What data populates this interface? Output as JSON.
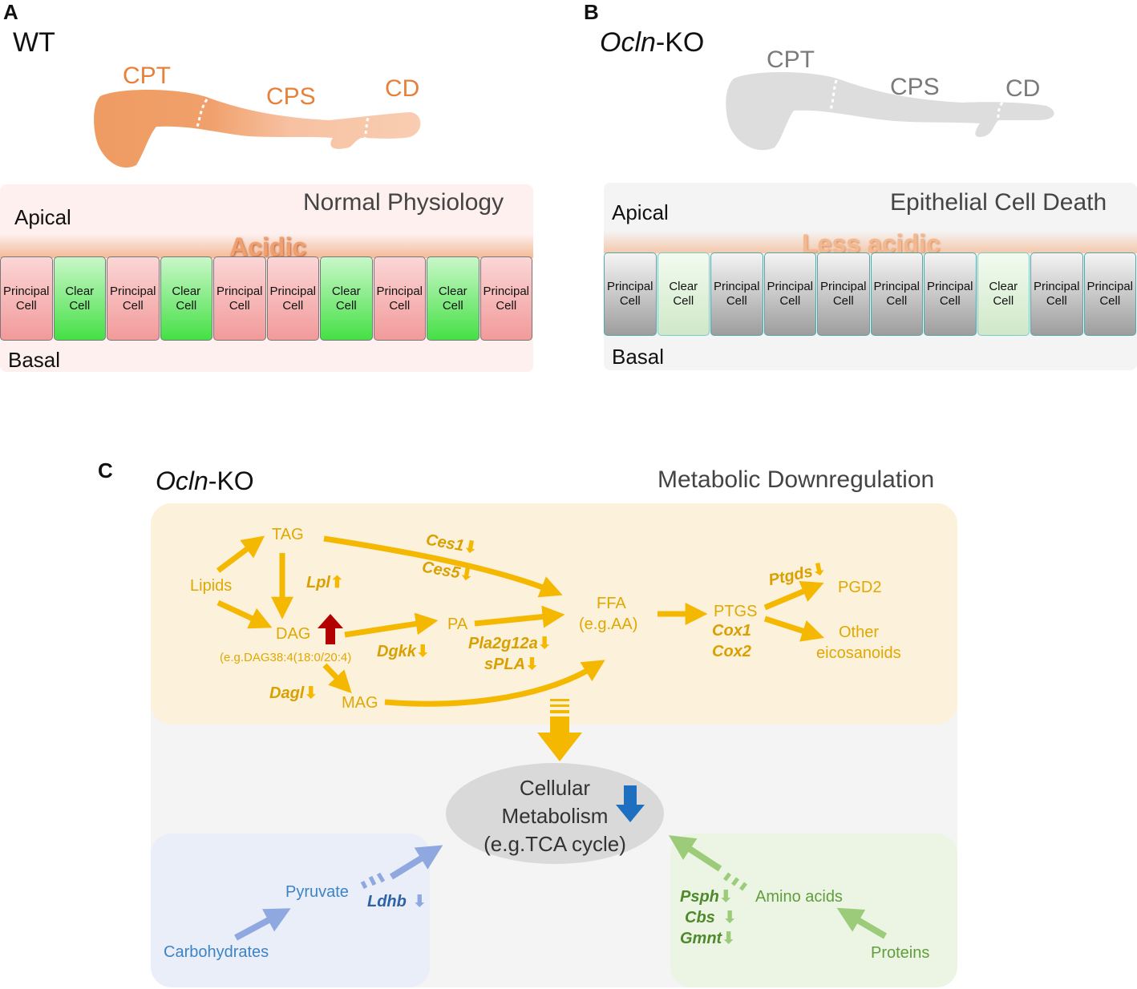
{
  "panels": {
    "a": {
      "label": "A",
      "condition": "WT",
      "segments": {
        "cpt": "CPT",
        "cps": "CPS",
        "cd": "CD"
      },
      "apical": "Apical",
      "basal": "Basal",
      "state": "Normal Physiology",
      "lumen": "Acidic",
      "cells": [
        {
          "name": "Principal Cell",
          "type": "principal"
        },
        {
          "name": "Clear Cell",
          "type": "clear"
        },
        {
          "name": "Principal Cell",
          "type": "principal"
        },
        {
          "name": "Clear Cell",
          "type": "clear"
        },
        {
          "name": "Principal Cell",
          "type": "principal"
        },
        {
          "name": "Principal Cell",
          "type": "principal"
        },
        {
          "name": "Clear Cell",
          "type": "clear"
        },
        {
          "name": "Principal Cell",
          "type": "principal"
        },
        {
          "name": "Clear Cell",
          "type": "clear"
        },
        {
          "name": "Principal Cell",
          "type": "principal"
        }
      ]
    },
    "b": {
      "label": "B",
      "condition_gene": "Ocln",
      "condition_suffix": "-KO",
      "segments": {
        "cpt": "CPT",
        "cps": "CPS",
        "cd": "CD"
      },
      "apical": "Apical",
      "basal": "Basal",
      "state": "Epithelial Cell Death",
      "lumen": "Less acidic",
      "cells": [
        {
          "name": "Principal Cell",
          "type": "principal"
        },
        {
          "name": "Clear Cell",
          "type": "clear"
        },
        {
          "name": "Principal Cell",
          "type": "principal"
        },
        {
          "name": "Principal Cell",
          "type": "principal"
        },
        {
          "name": "Principal Cell",
          "type": "principal"
        },
        {
          "name": "Principal Cell",
          "type": "principal"
        },
        {
          "name": "Principal Cell",
          "type": "principal"
        },
        {
          "name": "Clear Cell",
          "type": "clear"
        },
        {
          "name": "Principal Cell",
          "type": "principal"
        },
        {
          "name": "Principal Cell",
          "type": "principal"
        }
      ]
    },
    "c": {
      "label": "C",
      "condition_gene": "Ocln",
      "condition_suffix": "-KO",
      "state": "Metabolic Downregulation",
      "lipid": {
        "lipids": "Lipids",
        "tag": "TAG",
        "dag": "DAG",
        "dag_example": "(e.g.DAG38:4(18:0/20:4)",
        "mag": "MAG",
        "pa": "PA",
        "ffa": "FFA",
        "ffa_example": "(e.g.AA)",
        "ptgs": "PTGS",
        "pgd2": "PGD2",
        "other1": "Other",
        "other2": "eicosanoids",
        "genes": {
          "lpl": "Lpl",
          "ces1": "Ces1",
          "ces5": "Ces5",
          "dgkk": "Dgkk",
          "dagl": "Dagl",
          "pla2g12a": "Pla2g12a",
          "spla": "sPLA",
          "cox1": "Cox1",
          "cox2": "Cox2",
          "ptgds": "Ptgds"
        }
      },
      "center": {
        "line1": "Cellular",
        "line2": "Metabolism",
        "line3": "(e.g.TCA cycle)"
      },
      "carb": {
        "carbohydrates": "Carbohydrates",
        "pyruvate": "Pyruvate",
        "ldhb": "Ldhb"
      },
      "protein": {
        "amino": "Amino acids",
        "proteins": "Proteins",
        "psph": "Psph",
        "cbs": "Cbs",
        "gmnt": "Gmnt"
      }
    }
  },
  "colors": {
    "orange": "#e8803a",
    "gold": "#f5b800",
    "dark_red": "#b30000",
    "blue_arrow": "#1f6fc0",
    "carb_blue": "#8fa9e0",
    "protein_green": "#9ccc7a"
  }
}
